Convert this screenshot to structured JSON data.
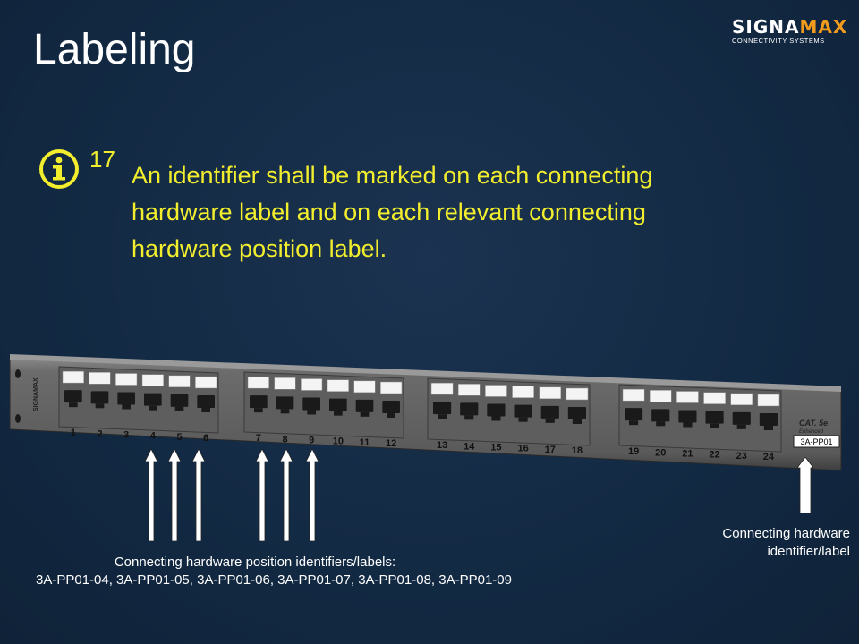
{
  "slide": {
    "title": "Labeling",
    "logo": {
      "name_part1": "SIGNA",
      "name_part2": "MAX",
      "tagline": "CONNECTIVITY SYSTEMS"
    },
    "reference_number": "17",
    "body_lines": [
      "An identifier shall be marked on each connecting",
      "hardware label and on each relevant connecting",
      "hardware position label."
    ]
  },
  "panel": {
    "port_numbers": [
      "1",
      "2",
      "3",
      "4",
      "5",
      "6",
      "7",
      "8",
      "9",
      "10",
      "11",
      "12",
      "13",
      "14",
      "15",
      "16",
      "17",
      "18",
      "19",
      "20",
      "21",
      "22",
      "23",
      "24"
    ],
    "hardware_label": "3A-PP01",
    "category_mark": "CAT. 5e",
    "category_sub": "Enhanced",
    "side_brand": "SIGNAMAX"
  },
  "captions": {
    "positions_line1": "Connecting hardware position identifiers/labels:",
    "positions_line2": "3A-PP01-04, 3A-PP01-05, 3A-PP01-06, 3A-PP01-07, 3A-PP01-08, 3A-PP01-09",
    "hardware_line1": "Connecting hardware",
    "hardware_line2": "identifier/label"
  },
  "colors": {
    "background": "#132a44",
    "title": "#ffffff",
    "body_text": "#f2ee2e",
    "logo_signa": "#ffffff",
    "logo_max": "#f29a1c",
    "panel_face": "#6a6a6a",
    "arrow_fill": "#ffffff"
  }
}
